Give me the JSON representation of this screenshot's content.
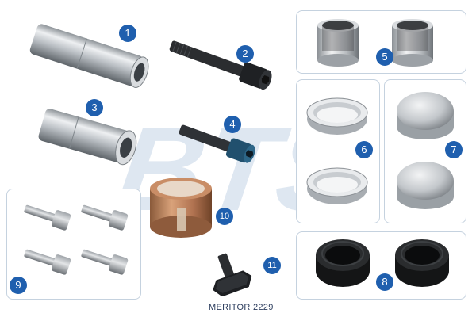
{
  "watermark": {
    "text": "BTS",
    "color": "#d6e1ee"
  },
  "accent_color": "#1f5fae",
  "caption": "MERITOR 2229",
  "badges": [
    "1",
    "2",
    "3",
    "4",
    "5",
    "6",
    "7",
    "8",
    "9",
    "10",
    "11"
  ],
  "parts": [
    {
      "id": "1",
      "icon": "guide-pin-sleeve-long-icon"
    },
    {
      "id": "2",
      "icon": "socket-head-bolt-long-icon"
    },
    {
      "id": "3",
      "icon": "guide-pin-sleeve-short-icon"
    },
    {
      "id": "4",
      "icon": "socket-head-bolt-short-icon"
    },
    {
      "id": "5",
      "icon": "bushing-pair-icon"
    },
    {
      "id": "6",
      "icon": "metal-cup-ring-pair-icon"
    },
    {
      "id": "7",
      "icon": "cap-plug-pair-icon"
    },
    {
      "id": "8",
      "icon": "rubber-seal-pair-icon"
    },
    {
      "id": "9",
      "icon": "torx-bolt-set-icon"
    },
    {
      "id": "10",
      "icon": "bronze-bushing-icon"
    },
    {
      "id": "11",
      "icon": "hex-bolt-icon"
    }
  ]
}
